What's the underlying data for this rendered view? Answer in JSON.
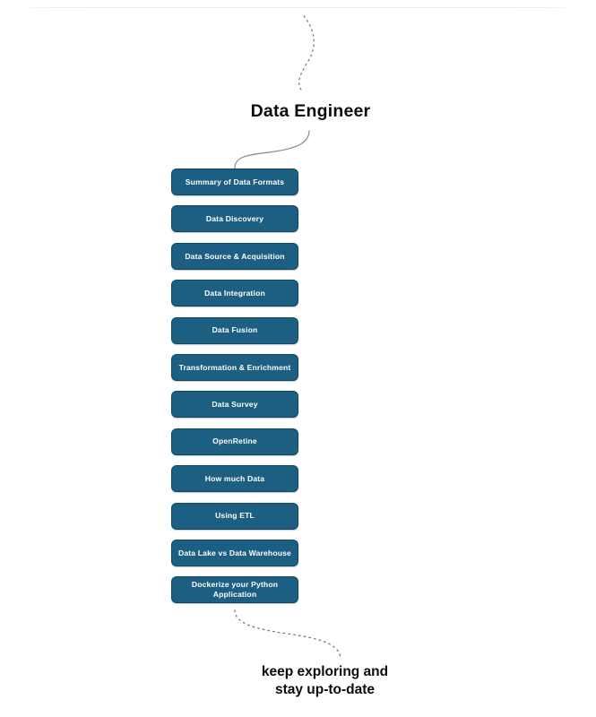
{
  "page": {
    "background_color": "#ffffff",
    "rule_color": "#e8eaec"
  },
  "title": "Data Engineer",
  "theme": {
    "box_fill": "#1d5f82",
    "box_border": "#12485f",
    "box_text": "#ffffff",
    "text_color": "#0b0b0b",
    "curve_color": "#5a6b78",
    "dotted_curve_color": "#6b7b88"
  },
  "roadmap": {
    "items": [
      {
        "label": "Summary of Data Formats",
        "lines": 1
      },
      {
        "label": "Data Discovery",
        "lines": 1
      },
      {
        "label": "Data Source & Acquisition",
        "lines": 1
      },
      {
        "label": "Data Integration",
        "lines": 1
      },
      {
        "label": "Data Fusion",
        "lines": 1
      },
      {
        "label": "Transformation & Enrichment",
        "lines": 1
      },
      {
        "label": "Data Survey",
        "lines": 1
      },
      {
        "label": "OpenRetine",
        "lines": 1
      },
      {
        "label": "How much Data",
        "lines": 1
      },
      {
        "label": "Using ETL",
        "lines": 1
      },
      {
        "label": "Data Lake vs Data Warehouse",
        "lines": 1
      },
      {
        "label": "Dockerize your Python\nApplication",
        "lines": 2
      }
    ]
  },
  "closing": "keep exploring and\nstay up-to-date",
  "decorations": {
    "top_curve": "dotted-s-curve",
    "title_connector": "solid-curve",
    "bottom_curve": "dotted-s-curve"
  }
}
